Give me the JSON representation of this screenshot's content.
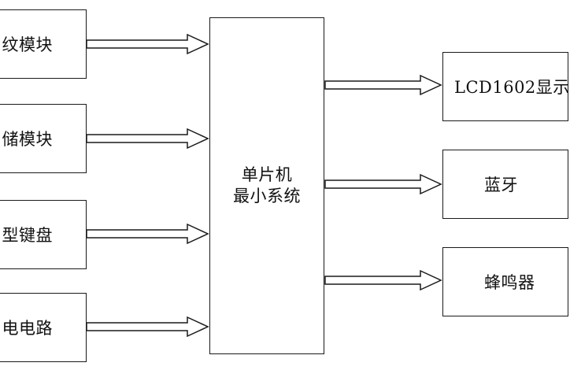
{
  "left_blocks": [
    {
      "label": "纹模块"
    },
    {
      "label": "储模块"
    },
    {
      "label": "型键盘"
    },
    {
      "label": "电电路"
    }
  ],
  "center_block": {
    "line1": "单片机",
    "line2": "最小系统"
  },
  "right_blocks": [
    {
      "label": "LCD1602显示"
    },
    {
      "label": "蓝牙"
    },
    {
      "label": "蜂鸣器"
    }
  ]
}
